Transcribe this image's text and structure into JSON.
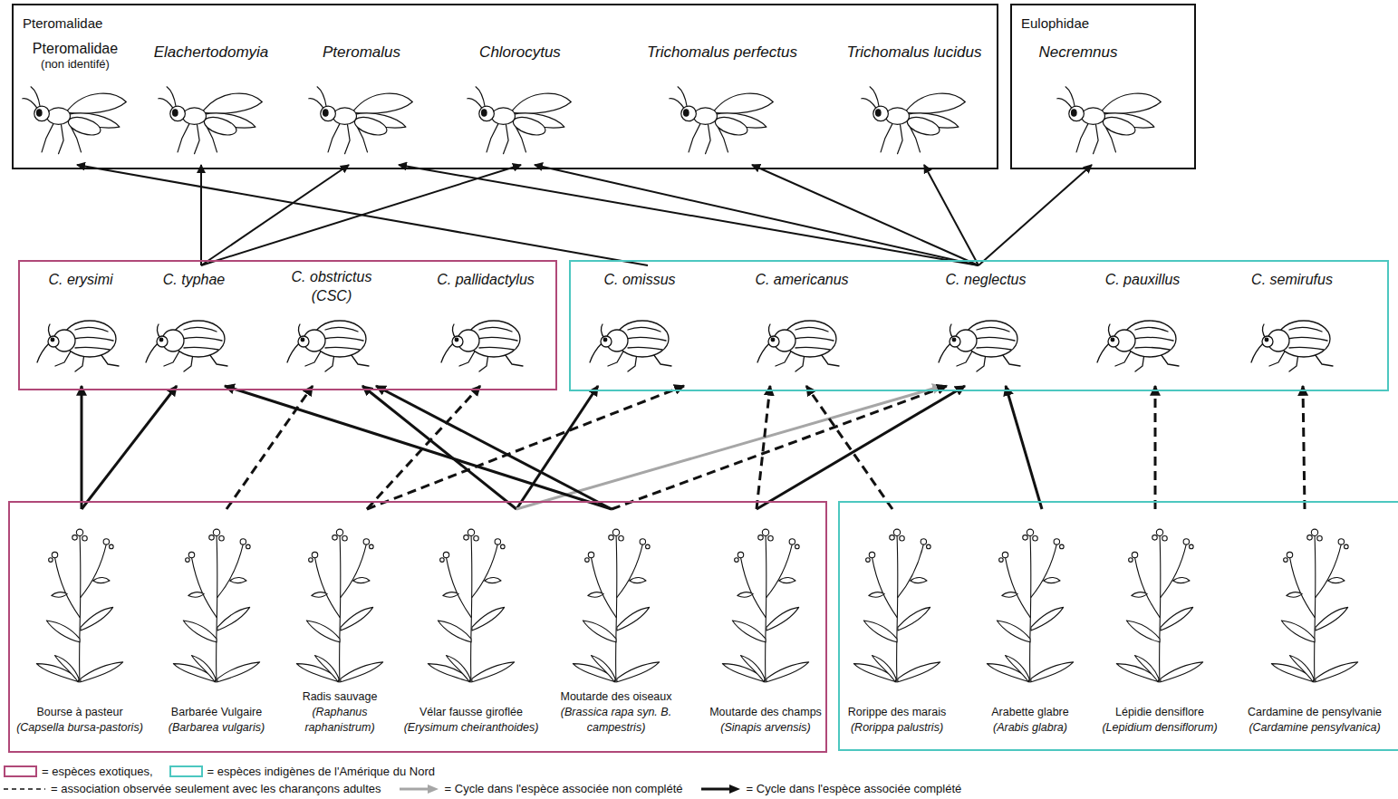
{
  "diagram": {
    "nodes": [
      {
        "text": [
          "Pteromalidae"
        ]
      },
      {
        "text": [
          "Pteromalidae",
          "(non identifé)"
        ],
        "in": 0
      },
      {
        "text": [
          "Elachertodomyia"
        ],
        "in": 0
      },
      {
        "text": [
          "Pteromalus"
        ],
        "in": 0
      },
      {
        "text": [
          "Chlorocytus"
        ],
        "in": 0
      },
      {
        "text": [
          "Trichomalus perfectus"
        ],
        "in": 0
      },
      {
        "text": [
          "Trichomalus lucidus"
        ],
        "in": 0
      },
      {
        "text": [
          "Eulophidae"
        ]
      },
      {
        "text": [
          "Necremnus"
        ],
        "in": 7
      },
      {
        "text": []
      },
      {
        "text": [
          "C. erysimi"
        ],
        "in": 9
      },
      {
        "text": [
          "C. typhae"
        ],
        "in": 9
      },
      {
        "text": [
          "C. obstrictus (CSC)"
        ],
        "in": 9
      },
      {
        "text": [
          "C. pallidactylus"
        ],
        "in": 9
      },
      {
        "text": []
      },
      {
        "text": [
          "C. omissus"
        ],
        "in": 14
      },
      {
        "text": [
          "C. americanus"
        ],
        "in": 14
      },
      {
        "text": [
          "C. neglectus"
        ],
        "in": 14
      },
      {
        "text": [
          "C. pauxillus"
        ],
        "in": 14
      },
      {
        "text": [
          "C. semirufus"
        ],
        "in": 14
      },
      {
        "text": []
      },
      {
        "text": [
          "Bourse à pasteur",
          "(Capsella bursa-pastoris)"
        ],
        "in": 20
      },
      {
        "text": [
          "Barbarée Vulgaire",
          "(Barbarea vulgaris)"
        ],
        "in": 20
      },
      {
        "text": [
          "Radis sauvage",
          "(Raphanus raphanistrum)"
        ],
        "in": 20
      },
      {
        "text": [
          "Vélar fausse giroflée",
          "(Erysimum cheiranthoides)"
        ],
        "in": 20
      },
      {
        "text": [
          "Moutarde des oiseaux",
          "(Brassica rapa syn. B. campestris)"
        ],
        "in": 20
      },
      {
        "text": [
          "Moutarde des champs",
          "(Sinapis arvensis)"
        ],
        "in": 20
      },
      {
        "text": []
      },
      {
        "text": [
          "Rorippe des marais",
          "(Rorippa palustris)"
        ],
        "in": 27
      },
      {
        "text": [
          "Arabette glabre",
          "(Arabis glabra)"
        ],
        "in": 27
      },
      {
        "text": [
          "Lépidie densiflore",
          "(Lepidium densiflorum)"
        ],
        "in": 27
      },
      {
        "text": [
          "Cardamine de pensylvanie",
          "(Cardamine pensylvanica)"
        ],
        "in": 27
      }
    ],
    "edges": [
      {
        "from": 11,
        "to": 2,
        "arrow": "to"
      },
      {
        "from": 11,
        "to": 3,
        "arrow": "to"
      },
      {
        "from": 11,
        "to": 4,
        "arrow": "to"
      },
      {
        "from": 15,
        "to": 1,
        "arrow": "to"
      },
      {
        "from": 17,
        "to": 3,
        "arrow": "to"
      },
      {
        "from": 17,
        "to": 4,
        "arrow": "to"
      },
      {
        "from": 17,
        "to": 5,
        "arrow": "to"
      },
      {
        "from": 17,
        "to": 6,
        "arrow": "to"
      },
      {
        "from": 17,
        "to": 8,
        "arrow": "to"
      },
      {
        "from": 21,
        "to": 10,
        "arrow": "to"
      },
      {
        "from": 21,
        "to": 11,
        "arrow": "to"
      },
      {
        "from": 22,
        "to": 12,
        "arrow": "to"
      },
      {
        "from": 23,
        "to": 13,
        "arrow": "to"
      },
      {
        "from": 23,
        "to": 15,
        "arrow": "to"
      },
      {
        "from": 24,
        "to": 12,
        "arrow": "to"
      },
      {
        "from": 24,
        "to": 15,
        "arrow": "to"
      },
      {
        "from": 24,
        "to": 17,
        "arrow": "to"
      },
      {
        "from": 25,
        "to": 11,
        "arrow": "to"
      },
      {
        "from": 25,
        "to": 12,
        "arrow": "to"
      },
      {
        "from": 25,
        "to": 17,
        "arrow": "to"
      },
      {
        "from": 26,
        "to": 16,
        "arrow": "to"
      },
      {
        "from": 26,
        "to": 17,
        "arrow": "to"
      },
      {
        "from": 28,
        "to": 16,
        "arrow": "to"
      },
      {
        "from": 29,
        "to": 17,
        "arrow": "to"
      },
      {
        "from": 30,
        "to": 18,
        "arrow": "to"
      },
      {
        "from": 31,
        "to": 19,
        "arrow": "to"
      }
    ],
    "legend": [
      {
        "text": "= espèces exotiques,",
        "color": "#b04878"
      },
      {
        "text": "= espèces indigènes de l'Amérique du Nord",
        "color": "#4cc7c0"
      },
      {
        "text": "= association observée seulement avec les charançons adultes"
      },
      {
        "text": "= Cycle dans l'espèce associée non complété"
      },
      {
        "text": "= Cycle dans l'espèce associée complété"
      }
    ]
  }
}
